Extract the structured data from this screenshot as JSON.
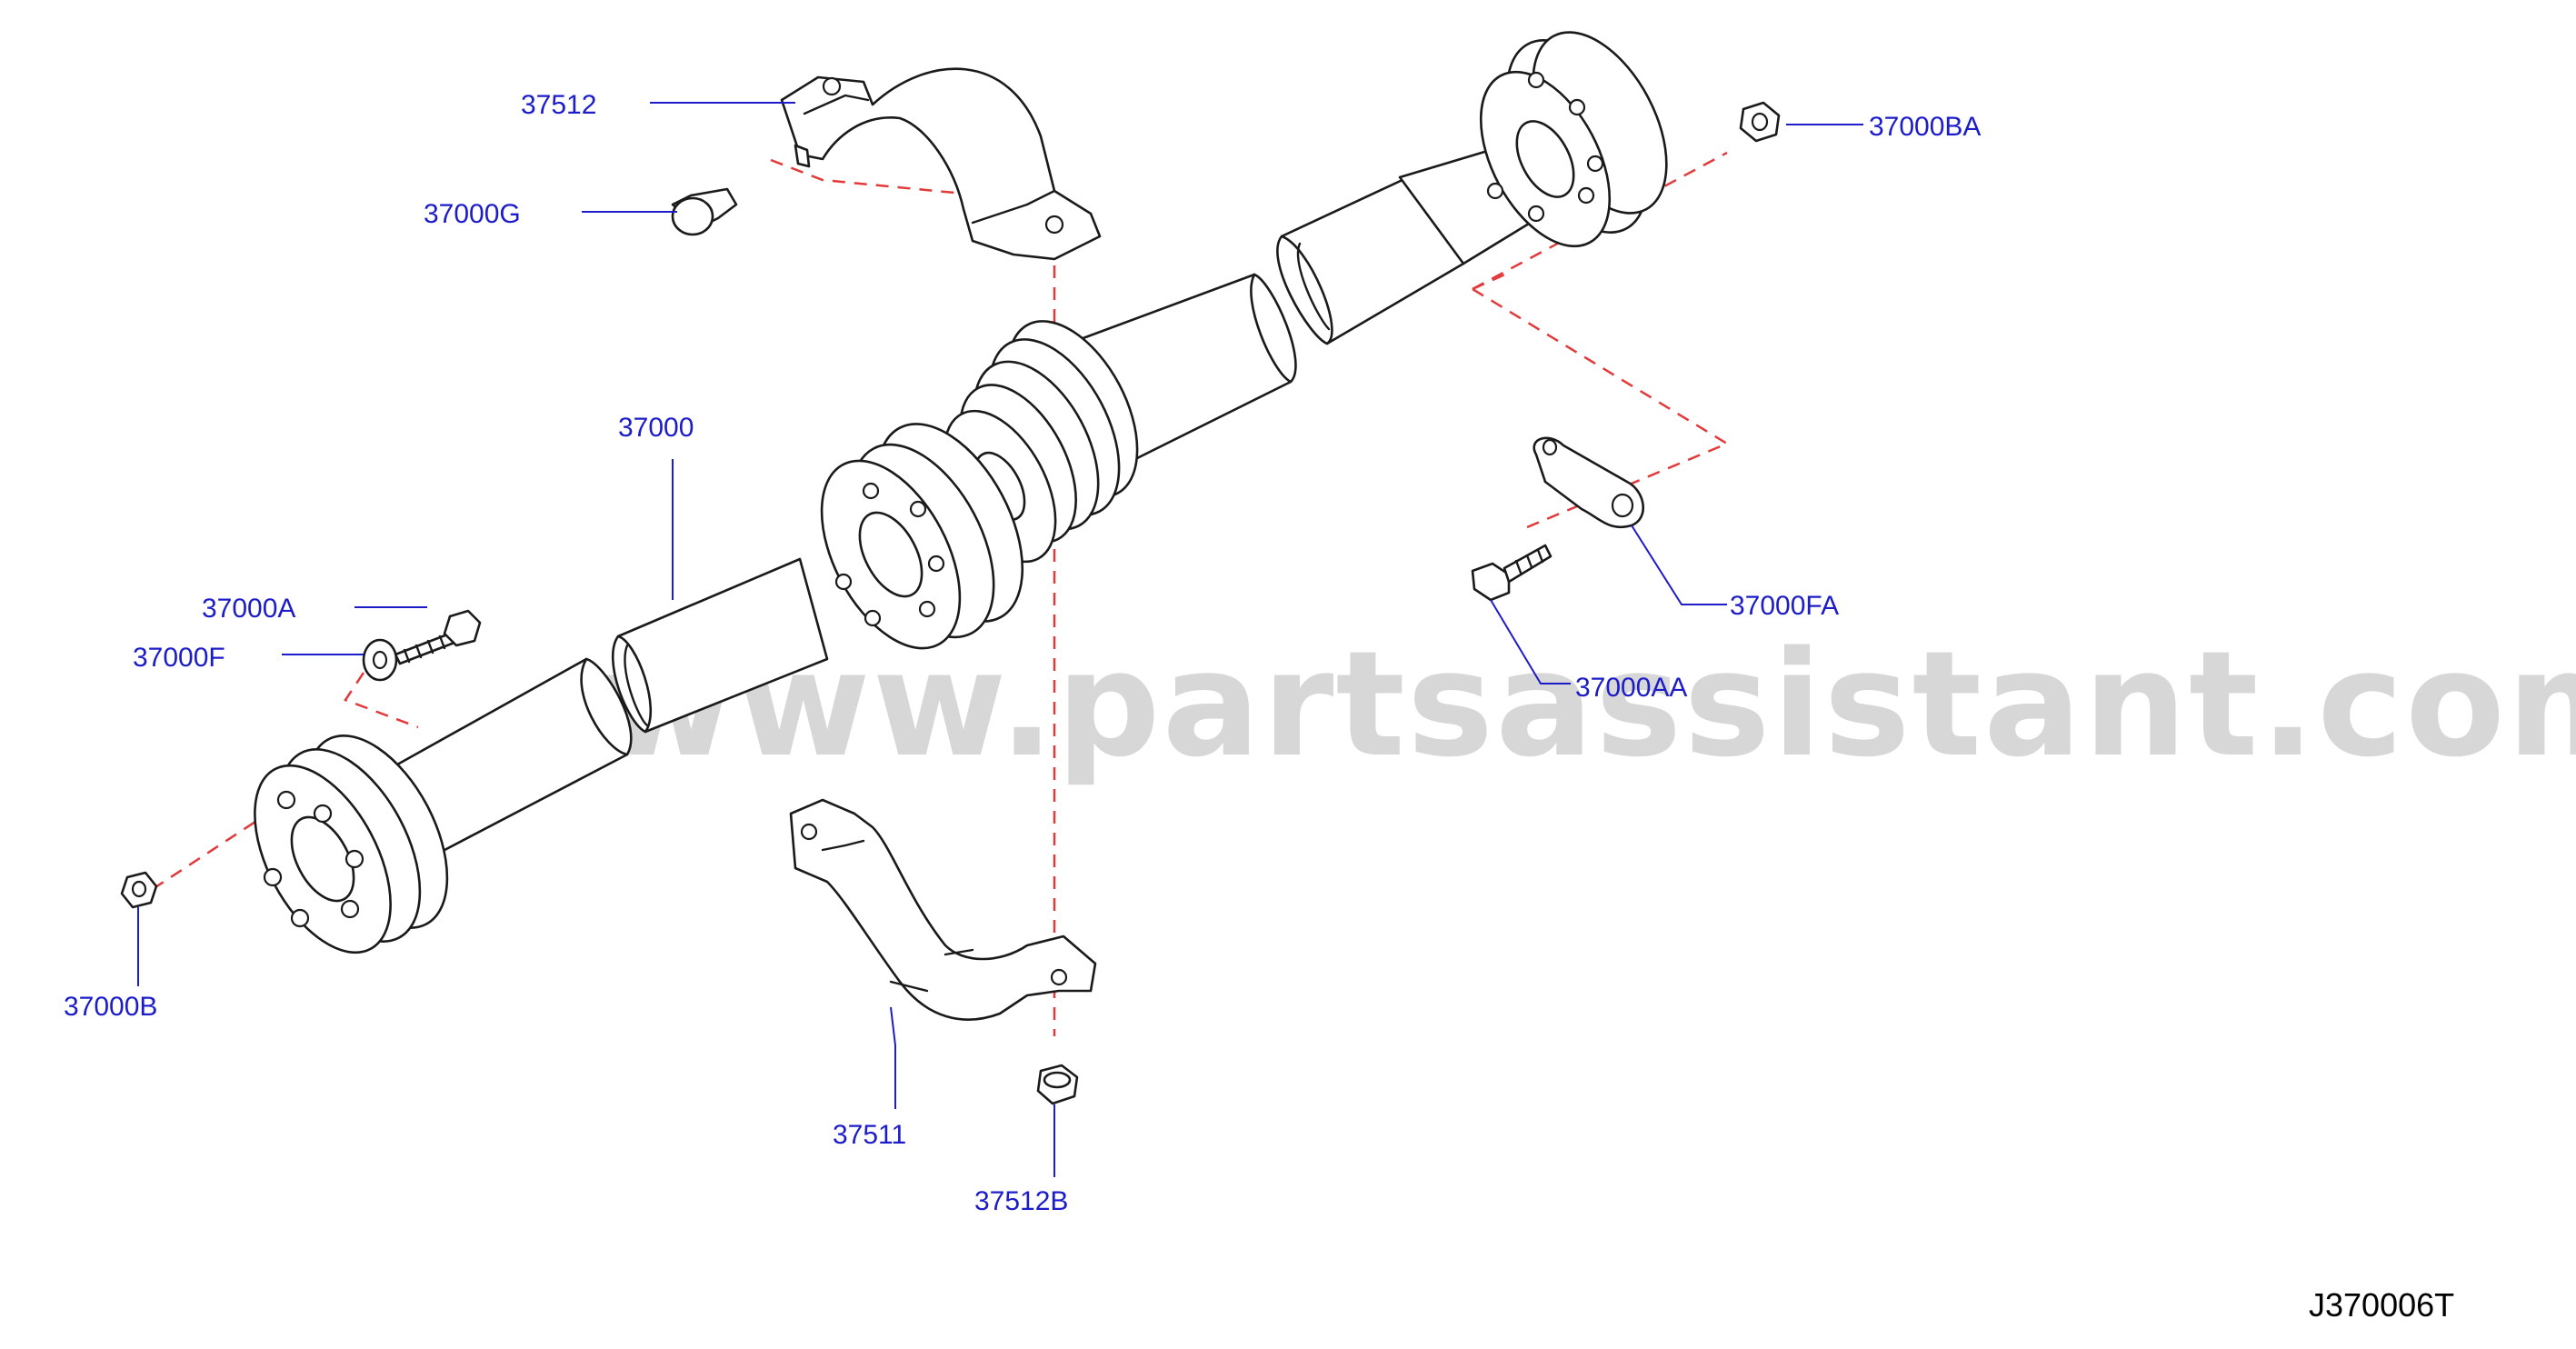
{
  "watermark": "www.partsassistant.com",
  "diagram_code": "J370006T",
  "parts": {
    "p37512": "37512",
    "p37000G": "37000G",
    "p37000": "37000",
    "p37000A": "37000A",
    "p37000F": "37000F",
    "p37000B": "37000B",
    "p37511": "37511",
    "p37512B": "37512B",
    "p37000BA": "37000BA",
    "p37000FA": "37000FA",
    "p37000AA": "37000AA"
  },
  "colors": {
    "label": "#1c1cc8",
    "dashed_reference": "#e23a3a",
    "outline": "#1a1a1a",
    "watermark": "#d7d7d7"
  }
}
